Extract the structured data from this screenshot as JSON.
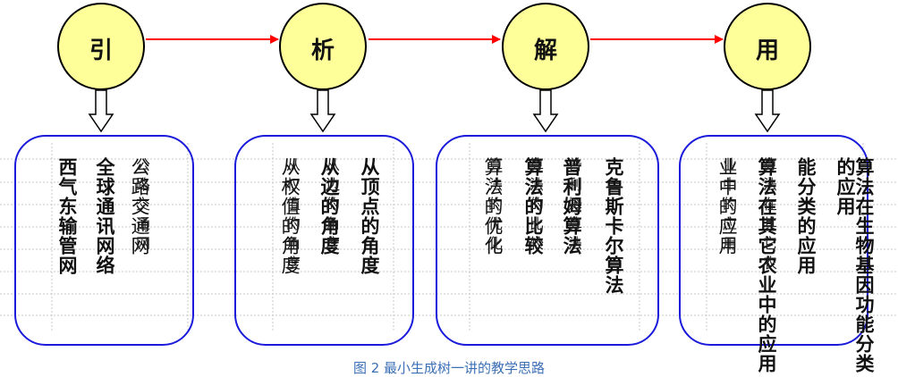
{
  "stages": [
    {
      "label": "引"
    },
    {
      "label": "析"
    },
    {
      "label": "解"
    },
    {
      "label": "用"
    }
  ],
  "boxes": [
    {
      "columns": [
        "西气东输管网",
        "全球通讯网络",
        "公路交通网"
      ],
      "overlay": [
        "公路交通网"
      ]
    },
    {
      "columns": [
        "从权值的角度",
        "从边的角度",
        "从顶点的角度"
      ],
      "overlay": [
        "从权值的角度",
        "从边的角度"
      ]
    },
    {
      "columns": [
        "算法的优化",
        "算法的比较",
        "普利姆算法",
        "克鲁斯卡尔算法"
      ],
      "overlay": [
        "算法的优化",
        "算法的比较",
        "普利姆算法"
      ]
    },
    {
      "columns": [
        "业中的应用",
        "算法在其它农业中的应用",
        "能分类的应用",
        "算法在生物基因功能分类的应用"
      ],
      "overlay": [
        "业中的应用",
        "算法在其它农"
      ]
    }
  ],
  "caption": "图 2  最小生成树一讲的教学思路",
  "colors": {
    "circle_fill": "#ffff99",
    "arrow": "#ff0000",
    "box_border": "#1a1adb",
    "caption": "#3b6fb6"
  }
}
